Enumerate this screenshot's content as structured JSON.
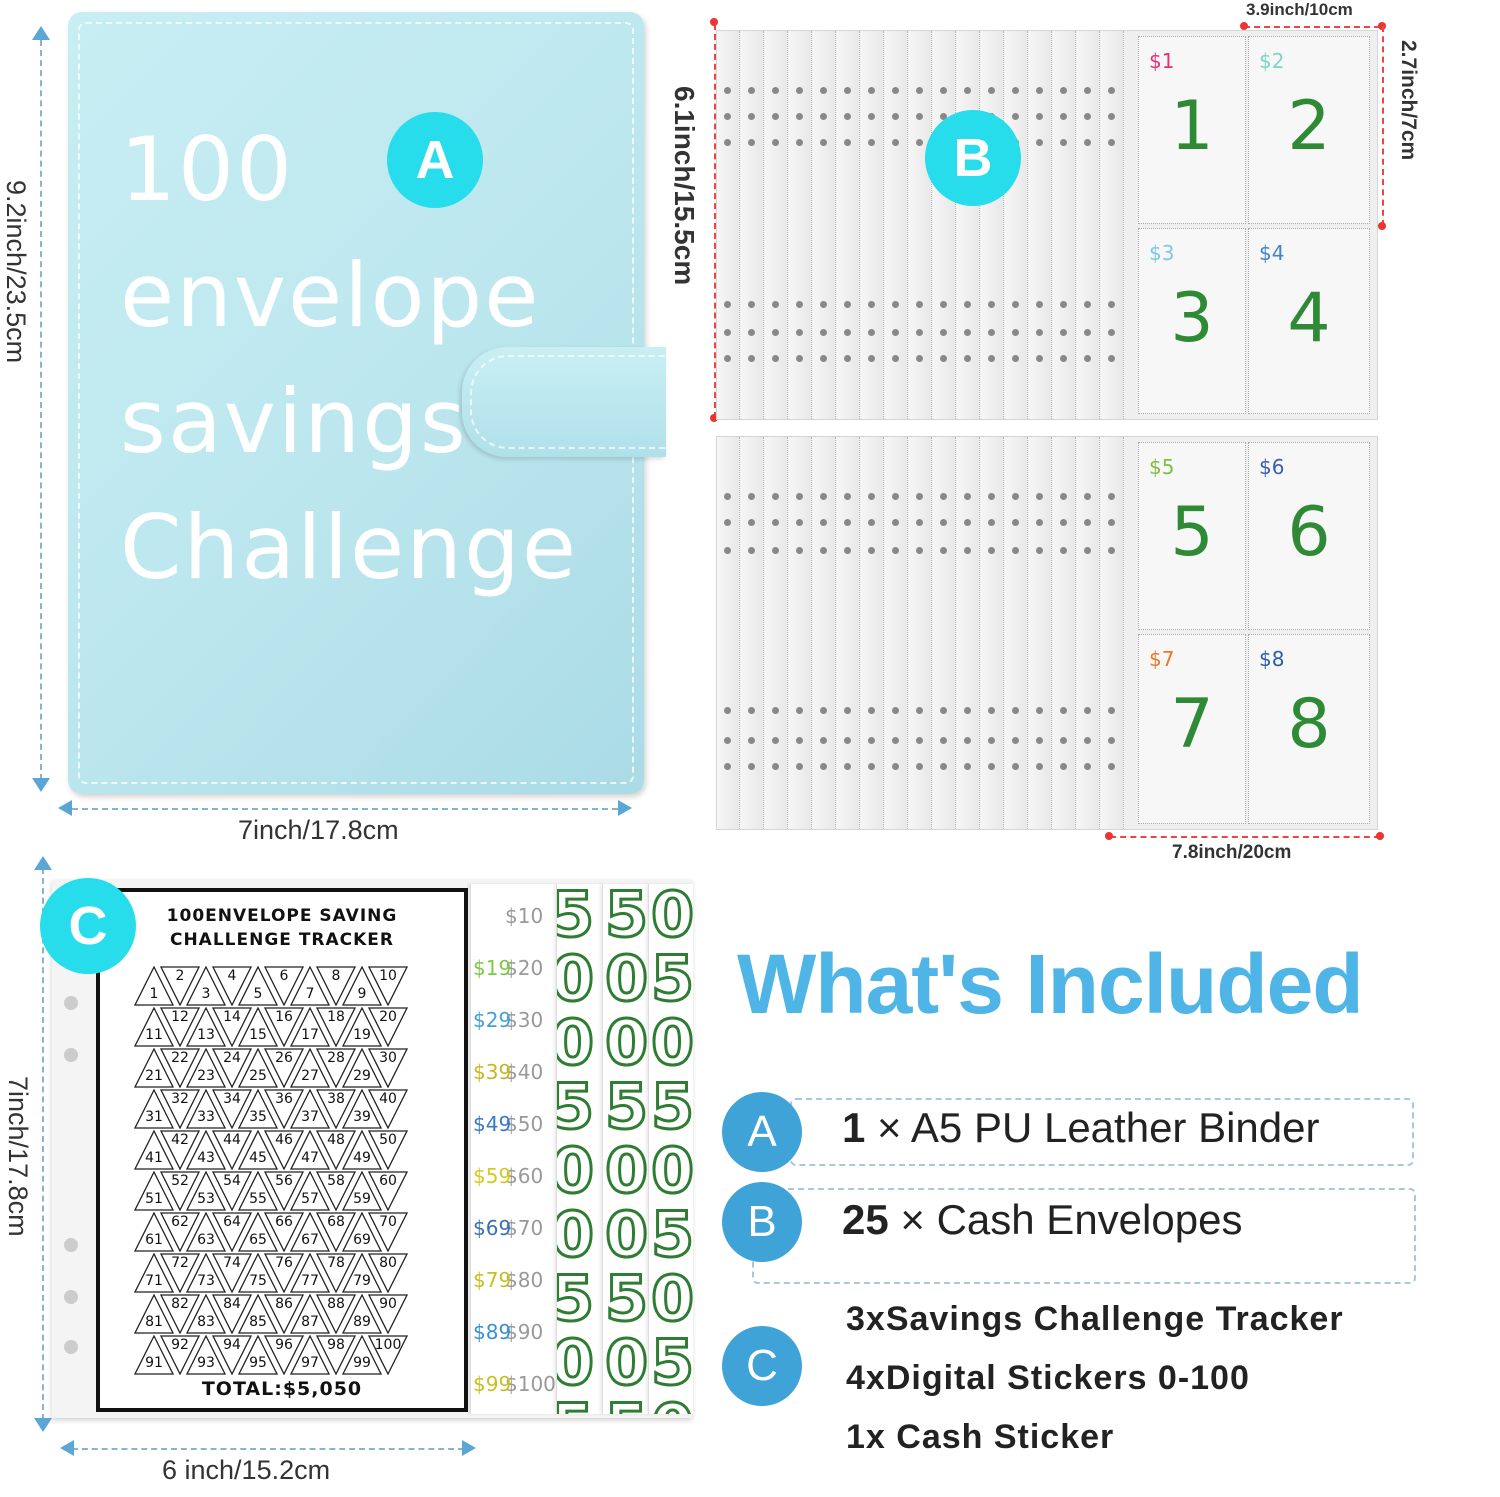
{
  "binder": {
    "title_lines": [
      "100",
      "envelope",
      "savings",
      "Challenge"
    ],
    "badge": "A",
    "height_label": "9.2inch/23.5cm",
    "width_label": "7inch/17.8cm"
  },
  "envelopes": {
    "badge": "B",
    "pocket_width_label": "3.9inch/10cm",
    "pocket_height_label": "2.7inch/7cm",
    "panel_height_label": "6.1inch/15.5cm",
    "panel_width_label": "7.8inch/20cm",
    "pockets": [
      {
        "amount": "$1",
        "number": "1",
        "color": "#e8307a"
      },
      {
        "amount": "$2",
        "number": "2",
        "color": "#7fd4c8"
      },
      {
        "amount": "$3",
        "number": "3",
        "color": "#7fc8e8"
      },
      {
        "amount": "$4",
        "number": "4",
        "color": "#3f86c8"
      },
      {
        "amount": "$5",
        "number": "5",
        "color": "#7fbf3f"
      },
      {
        "amount": "$6",
        "number": "6",
        "color": "#3a5fb0"
      },
      {
        "amount": "$7",
        "number": "7",
        "color": "#e87a2a"
      },
      {
        "amount": "$8",
        "number": "8",
        "color": "#2a5fa8"
      }
    ]
  },
  "tracker": {
    "badge": "C",
    "title_line1": "100ENVELOPE SAVING",
    "title_line2": "CHALLENGE TRACKER",
    "total": "TOTAL:$5,050",
    "height_label": "7inch/17.8cm",
    "width_label": "6 inch/15.2cm",
    "sticker_labels": [
      "$10",
      "$20",
      "$30",
      "$40",
      "$50",
      "$60",
      "$70",
      "$80",
      "$90",
      "$100"
    ],
    "sticker_labels_left": [
      "$19",
      "$29",
      "$39",
      "$49",
      "$59",
      "$69",
      "$79",
      "$89",
      "$99"
    ]
  },
  "included": {
    "title": "What's Included",
    "items": [
      {
        "badge": "A",
        "count": "1",
        "text": "× A5 PU Leather Binder"
      },
      {
        "badge": "B",
        "count": "25",
        "text": "× Cash Envelopes"
      },
      {
        "badge": "C",
        "lines": [
          "3xSavings Challenge Tracker",
          "4xDigital Stickers 0-100",
          "1x Cash Sticker"
        ]
      }
    ]
  }
}
